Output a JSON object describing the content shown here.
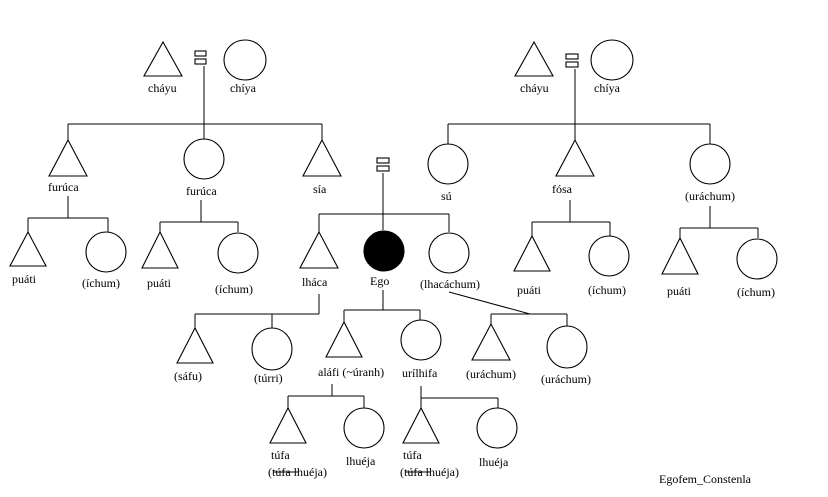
{
  "diagram": {
    "credit": "Egofem_Constenla",
    "marriage_symbol": "equals-sign",
    "ego_fill": "#000000",
    "left_grandparents": {
      "male": "cháyu",
      "female": "chíya",
      "children": {
        "son": "furúca",
        "daughter": "furúca",
        "son_sia": "sía"
      },
      "son_children": {
        "male": "puáti",
        "female": "(íchum)"
      },
      "daughter_children": {
        "male": "puáti",
        "female": "(íchum)"
      }
    },
    "right_grandparents": {
      "male": "cháyu",
      "female": "chíya",
      "children": {
        "daughter_su": "sú",
        "son": "fósa",
        "daughter": "(uráchum)"
      },
      "son_children": {
        "male": "puáti",
        "female": "(íchum)"
      },
      "daughter_children": {
        "male": "puáti",
        "female": "(íchum)"
      }
    },
    "siblings": {
      "brother": "lháca",
      "ego": "Ego",
      "sister": "(lhacáchum)"
    },
    "brother_children": {
      "male": "(sáfu)",
      "female": "(túrri)"
    },
    "ego_children": {
      "son": "aláfi (~úranh)",
      "daughter": "urílhifa"
    },
    "sister_children": {
      "male": "(uráchum)",
      "female": "(uráchum)"
    },
    "son_children": {
      "male": "túfa",
      "male_alt_strike": "túfa",
      "male_alt_rest": " lhuéja)",
      "female": "lhuéja"
    },
    "daughter_children": {
      "male": "túfa",
      "male_alt_strike": "túfa",
      "male_alt_rest": " lhuéja)",
      "female": "lhuéja"
    }
  }
}
